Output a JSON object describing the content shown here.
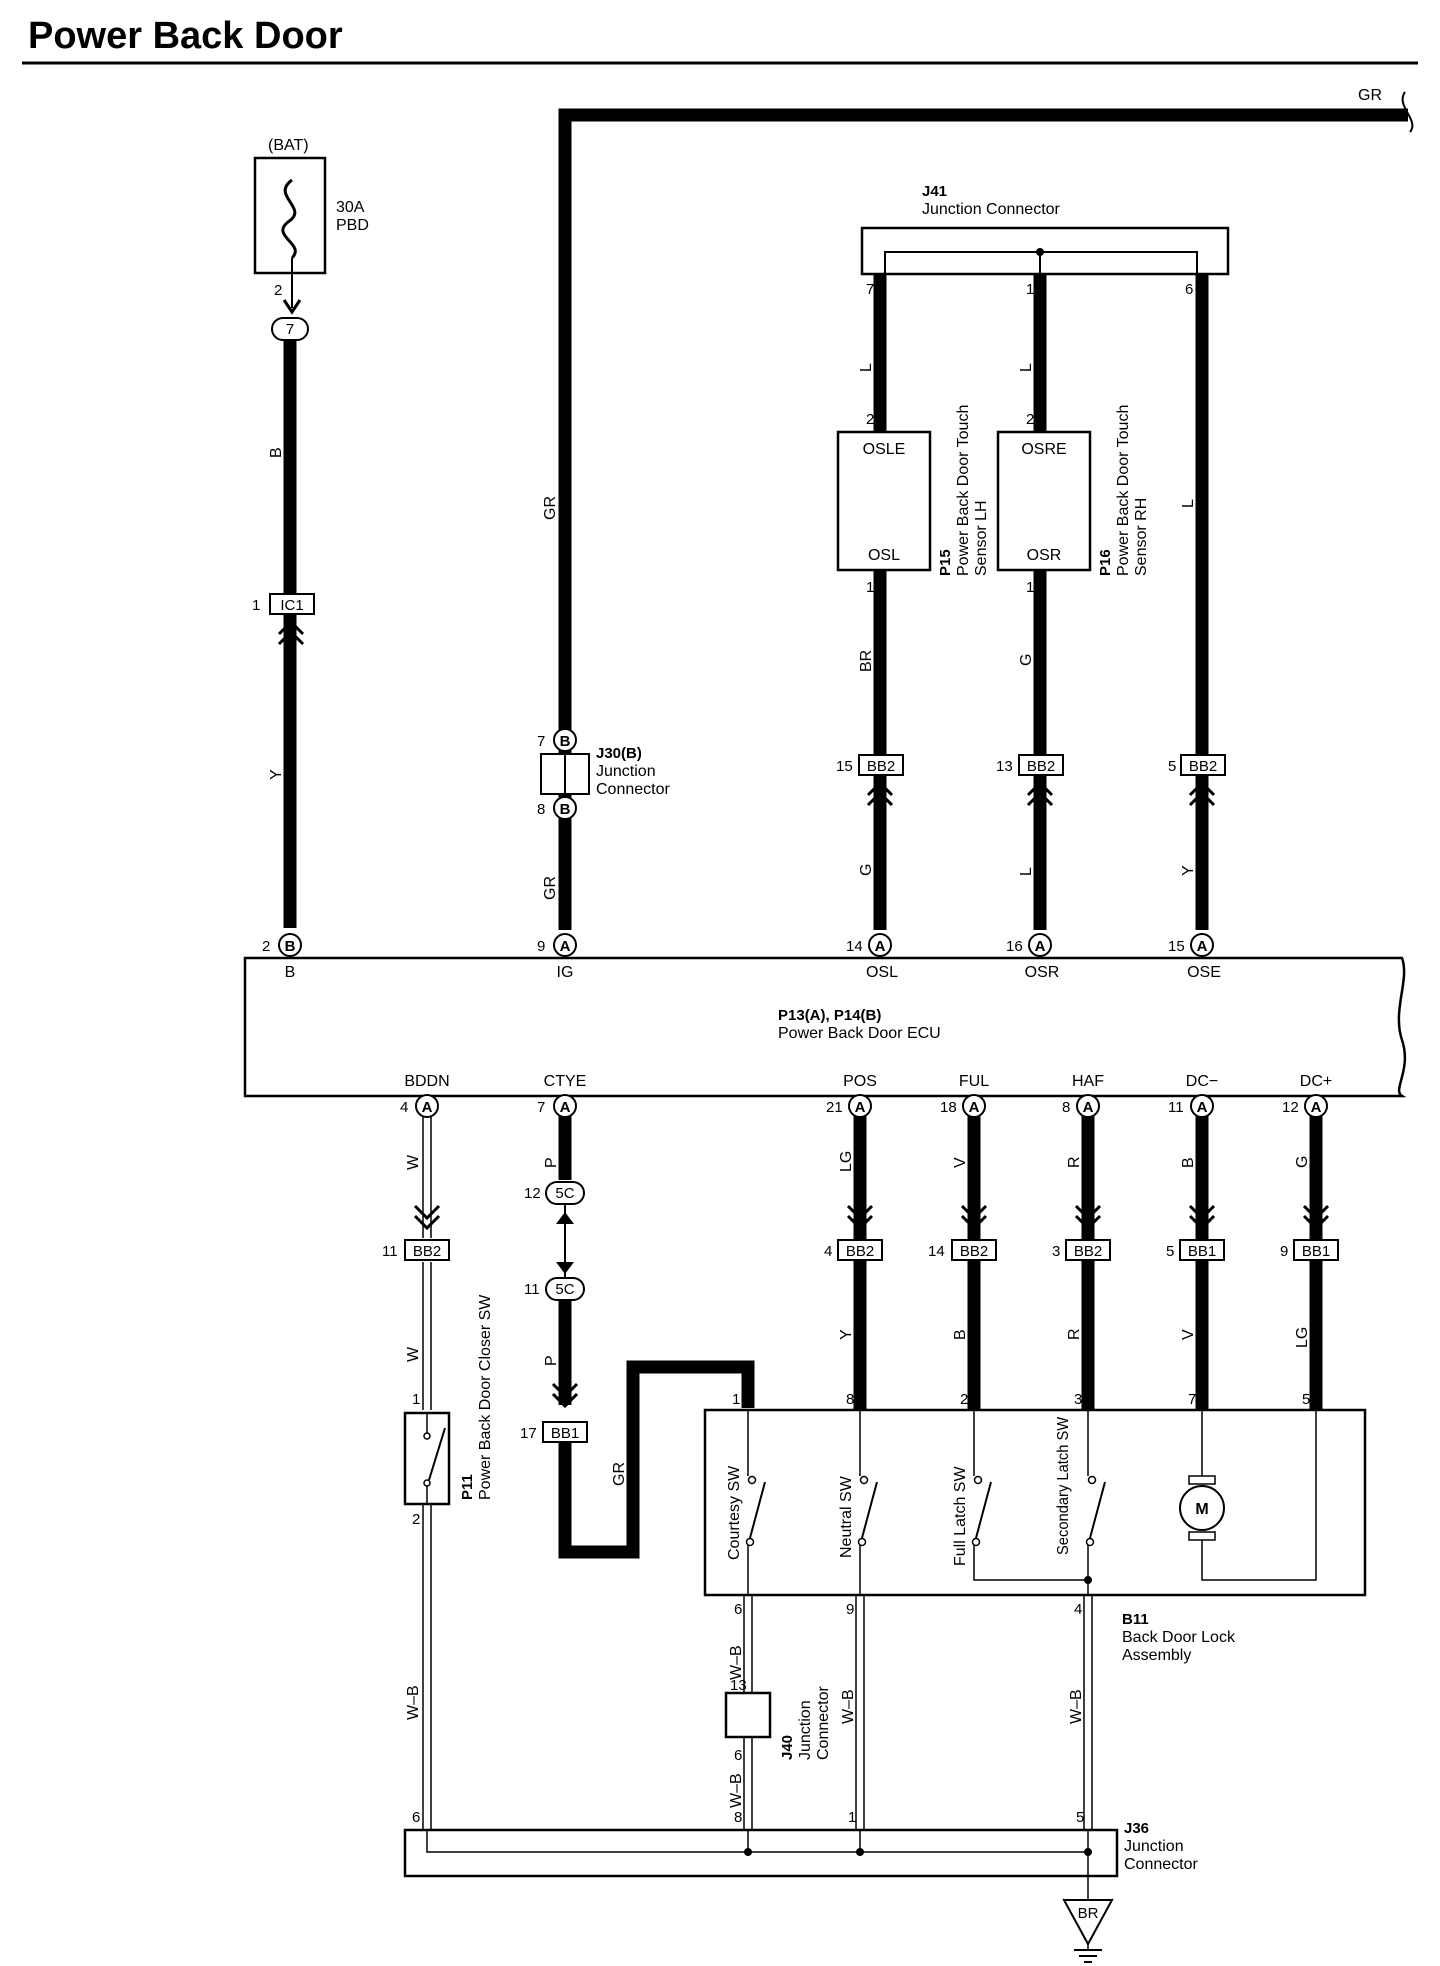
{
  "title": "Power Back Door",
  "battery": {
    "label": "(BAT)",
    "fuse_amp": "30A",
    "fuse_name": "PBD"
  },
  "ecu": {
    "id": "P13(A), P14(B)",
    "name": "Power Back Door ECU",
    "top_terminals": [
      "B",
      "IG",
      "OSL",
      "OSR",
      "OSE"
    ],
    "bottom_terminals": [
      "BDDN",
      "CTYE",
      "POS",
      "FUL",
      "HAF",
      "DC−",
      "DC+"
    ]
  },
  "connectors": {
    "J41": {
      "id": "J41",
      "name": "Junction Connector"
    },
    "J30": {
      "id": "J30(B)",
      "name1": "Junction",
      "name2": "Connector"
    },
    "J40": {
      "id": "J40",
      "name1": "Junction",
      "name2": "Connector"
    },
    "J36": {
      "id": "J36",
      "name1": "Junction",
      "name2": "Connector"
    },
    "P15": {
      "id": "P15",
      "name1": "Power Back Door Touch",
      "name2": "Sensor LH",
      "term_top": "OSLE",
      "term_bottom": "OSL"
    },
    "P16": {
      "id": "P16",
      "name1": "Power Back Door Touch",
      "name2": "Sensor RH",
      "term_top": "OSRE",
      "term_bottom": "OSR"
    },
    "P11": {
      "id": "P11",
      "name": "Power Back Door Closer SW"
    },
    "B11": {
      "id": "B11",
      "name1": "Back Door Lock",
      "name2": "Assembly"
    }
  },
  "switches": [
    "Courtesy SW",
    "Neutral SW",
    "Full Latch SW",
    "Secondary Latch SW"
  ],
  "motor_label": "M",
  "ground_label": "BR",
  "inline_connectors": {
    "IC1": "IC1",
    "BB1": "BB1",
    "BB2": "BB2",
    "5C": "5C",
    "B": "B",
    "A": "A",
    "c7": "7"
  },
  "pins": {
    "p2": "2",
    "p1": "1",
    "p7": "7",
    "p8": "8",
    "p9": "9",
    "p6": "6",
    "p14": "14",
    "p15": "15",
    "p16": "16",
    "p13": "13",
    "p5": "5",
    "p4": "4",
    "p21": "21",
    "p18": "18",
    "p11": "11",
    "p12": "12",
    "p3": "3",
    "p17": "17"
  },
  "wire_colors": {
    "B": "B",
    "Y": "Y",
    "GR": "GR",
    "L": "L",
    "BR": "BR",
    "G": "G",
    "W": "W",
    "P": "P",
    "LG": "LG",
    "V": "V",
    "R": "R",
    "WB": "W–B"
  }
}
